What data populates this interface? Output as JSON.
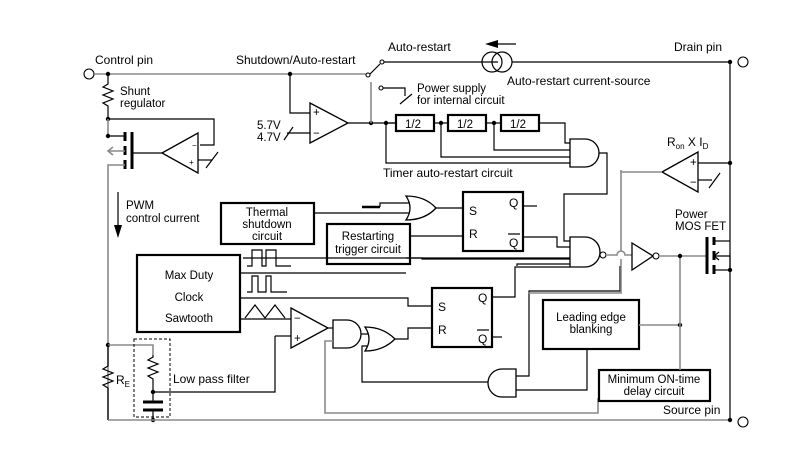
{
  "diagram": {
    "pins": {
      "control": "Control pin",
      "drain": "Drain pin",
      "source": "Source pin"
    },
    "labels": {
      "shunt_regulator_1": "Shunt",
      "shunt_regulator_2": "regulator",
      "shutdown_auto_restart": "Shutdown/Auto-restart",
      "auto_restart": "Auto-restart",
      "auto_restart_current_source": "Auto-restart current-source",
      "power_supply_1": "Power supply",
      "power_supply_2": "for internal circuit",
      "v_high": "5.7V",
      "v_low": "4.7V",
      "timer_auto_restart": "Timer auto-restart circuit",
      "pwm_control_1": "PWM",
      "pwm_control_2": "control current",
      "ron_r": "R",
      "ron_sub": "on",
      "ron_x": " X I",
      "ron_d": "D",
      "power_mosfet_1": "Power",
      "power_mosfet_2": "MOS FET",
      "re_r": "R",
      "re_sub": "E",
      "low_pass_filter": "Low pass filter"
    },
    "dividers": [
      "1/2",
      "1/2",
      "1/2"
    ],
    "blocks": {
      "thermal_shutdown": [
        "Thermal",
        "shutdown",
        "circuit"
      ],
      "restarting_trigger": [
        "Restarting",
        "trigger circuit"
      ],
      "oscillator": [
        "Max Duty",
        "Clock",
        "Sawtooth"
      ],
      "leading_edge_blanking": [
        "Leading edge",
        "blanking"
      ],
      "min_on_time": [
        "Minimum ON-time",
        "delay circuit"
      ]
    },
    "flipflop_top": {
      "s": "S",
      "r": "R",
      "q": "Q",
      "qbar": "Q"
    },
    "flipflop_bottom": {
      "s": "S",
      "r": "R",
      "q": "Q",
      "qbar": "Q"
    },
    "comparator_signs": {
      "plus": "+",
      "minus": "−"
    }
  }
}
